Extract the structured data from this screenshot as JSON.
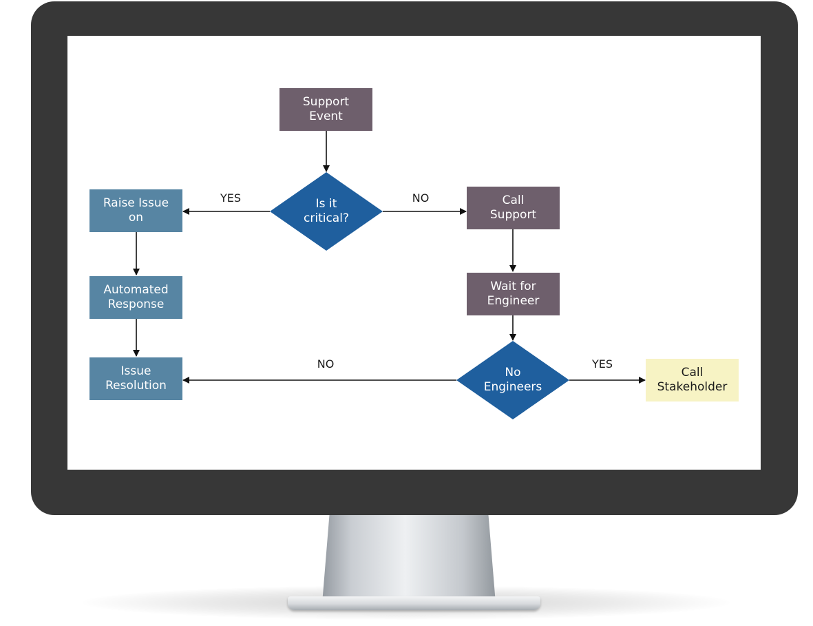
{
  "nodes": {
    "support_event": "Support\nEvent",
    "is_critical": "Is it\ncritical?",
    "raise_issue": "Raise Issue\non",
    "automated_response": "Automated\nResponse",
    "issue_resolution": "Issue\nResolution",
    "call_support": "Call\nSupport",
    "wait_for_engineer": "Wait for\nEngineer",
    "no_engineers": "No\nEngineers",
    "call_stakeholder": "Call\nStakeholder"
  },
  "edges": {
    "critical_yes": "YES",
    "critical_no": "NO",
    "engineers_no": "NO",
    "engineers_yes": "YES"
  },
  "colors": {
    "bezel": "#373737",
    "process_mauve": "#6e5f6c",
    "process_steel": "#5785a3",
    "decision_blue": "#1f5f9e",
    "terminal_cream": "#f7f3c4",
    "connector": "#111111"
  }
}
